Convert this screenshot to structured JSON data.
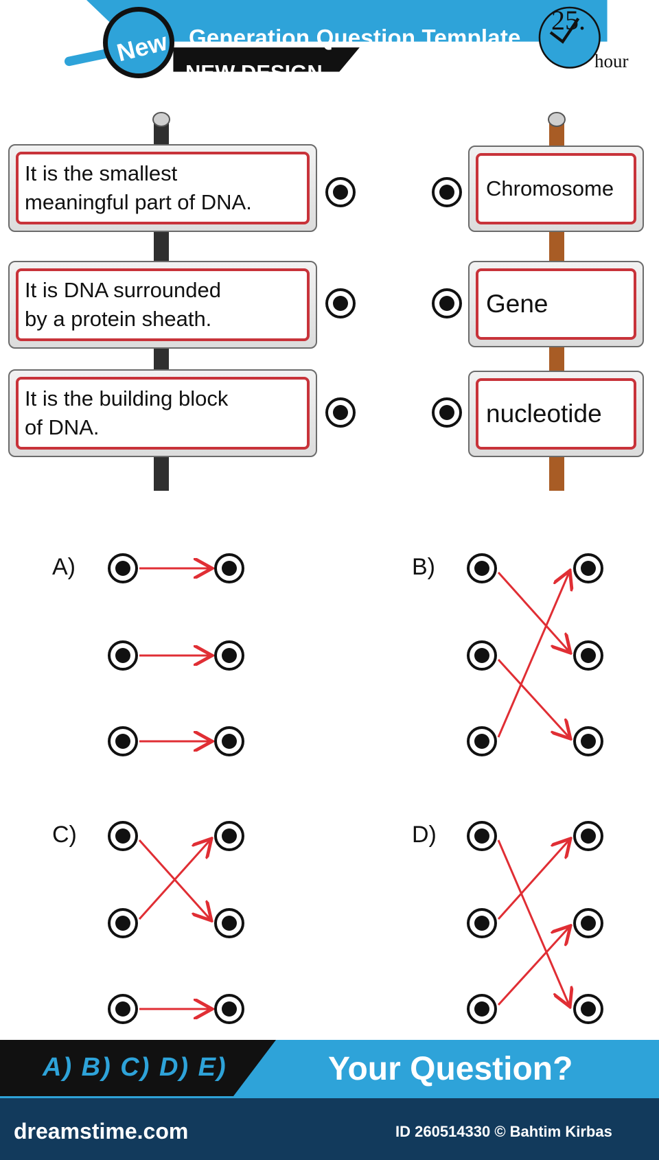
{
  "header": {
    "badge": "New",
    "title": "Generation Question Template",
    "subtitle": "NEW DESIGN",
    "timer_value": "25.",
    "timer_unit": "hour"
  },
  "left_signs": [
    {
      "line1": "It is the smallest",
      "line2": "meaningful part of DNA."
    },
    {
      "line1": "It is DNA surrounded",
      "line2": "by a protein sheath."
    },
    {
      "line1": "It is the building block",
      "line2": "of DNA."
    }
  ],
  "right_signs": [
    {
      "label": "Chromosome"
    },
    {
      "label": "Gene"
    },
    {
      "label": "nucleotide"
    }
  ],
  "options": [
    {
      "label": "A)"
    },
    {
      "label": "B)"
    },
    {
      "label": "C)"
    },
    {
      "label": "D)"
    }
  ],
  "footer": {
    "choices": "A) B) C) D) E)",
    "question": "Your Question?",
    "brand": "dreamstime.com",
    "image_id": "ID 260514330 © Bahtim Kirbas"
  },
  "colors": {
    "accent_blue": "#2ea3d9",
    "sign_red": "#c8333a",
    "arrow_red": "#e02e34",
    "footer_dark": "#123a5c"
  }
}
